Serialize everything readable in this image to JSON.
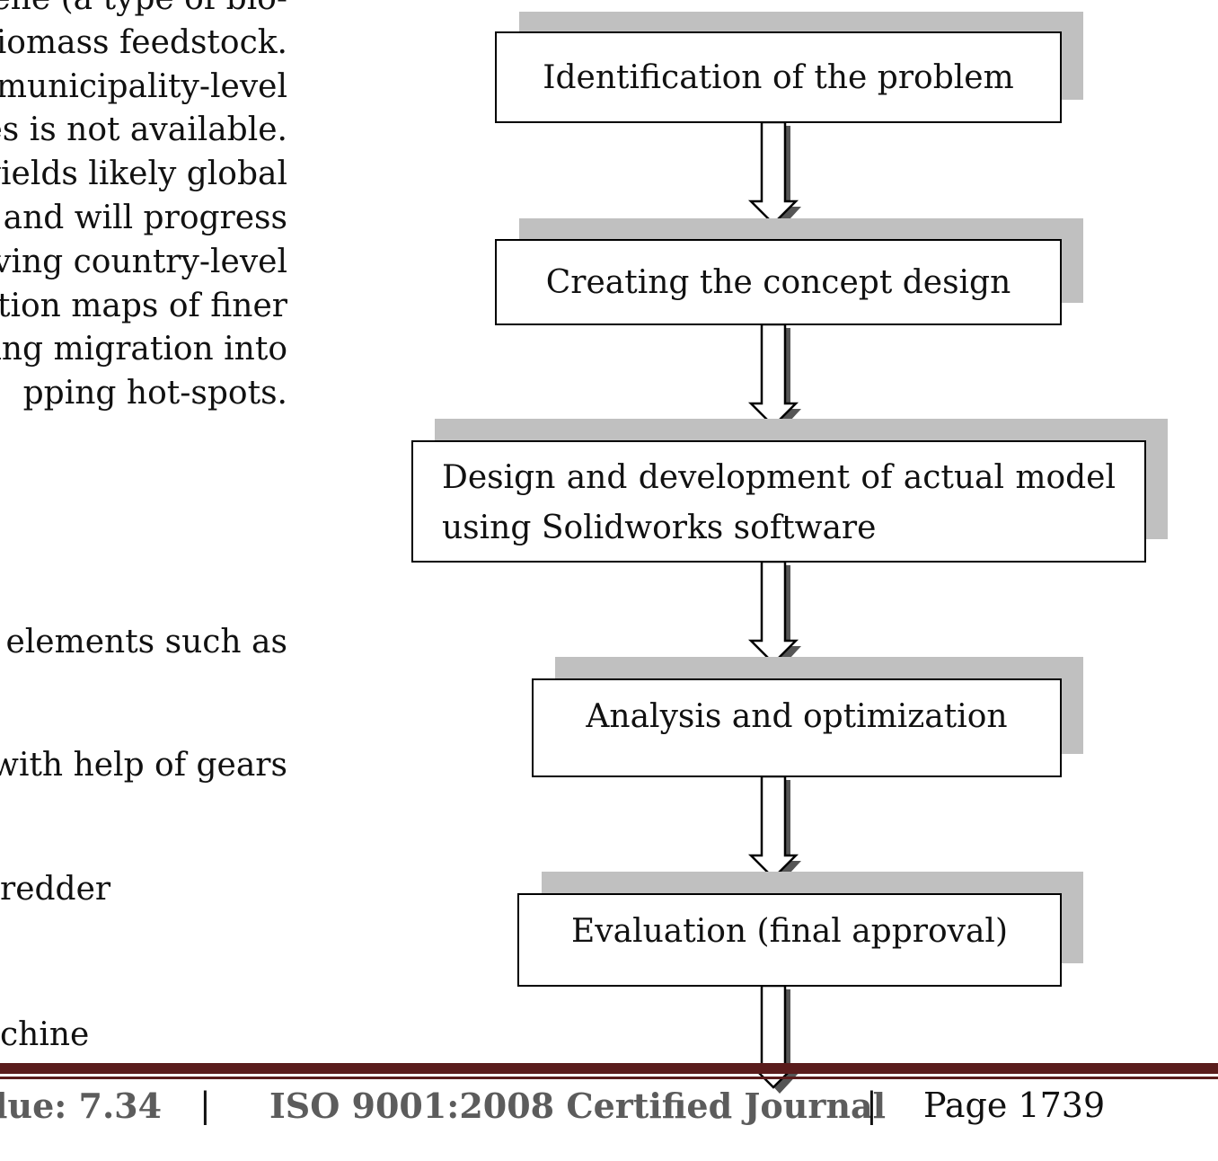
{
  "left_text": {
    "lines": [
      "lene (a type of bio-",
      "biomass feedstock.",
      "municipality-level",
      "kes is not available.",
      "yields likely global",
      "and will progress",
      "ving country-level",
      "ation maps of finer",
      "ing migration into",
      "pping hot-spots."
    ],
    "fragment_1": "elements such as",
    "fragment_2": "with help of gears",
    "fragment_3": "redder",
    "fragment_4": "chine"
  },
  "flowchart": {
    "steps": [
      {
        "label": "Identification of the problem"
      },
      {
        "label": "Creating the concept design"
      },
      {
        "label": "Design and development of actual model using Solidworks software"
      },
      {
        "label": "Analysis and optimization"
      },
      {
        "label": "Evaluation (final approval)"
      }
    ]
  },
  "footer": {
    "impact_factor": "lue: 7.34",
    "separator": "|",
    "certification": "ISO 9001:2008 Certified Journal",
    "page": "Page 1739"
  }
}
